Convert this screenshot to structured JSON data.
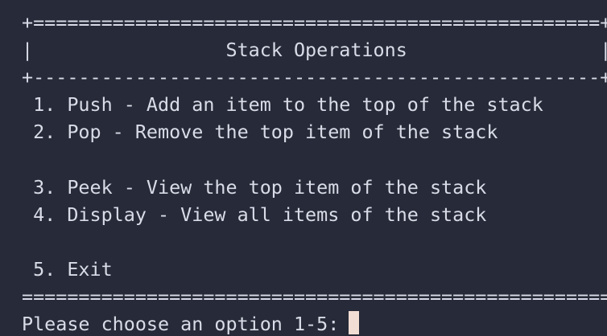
{
  "terminal": {
    "colors": {
      "background": "#272a38",
      "foreground": "#d9dce8",
      "cursor": "#f2ddd4"
    },
    "lines": [
      "+==================================================+",
      "|                 Stack Operations                 |",
      "+--------------------------------------------------+",
      " 1. Push - Add an item to the top of the stack",
      " 2. Pop - Remove the top item of the stack",
      "",
      " 3. Peek - View the top item of the stack",
      " 4. Display - View all items of the stack",
      "",
      " 5. Exit",
      "====================================================",
      "Please choose an option 1-5: "
    ]
  }
}
